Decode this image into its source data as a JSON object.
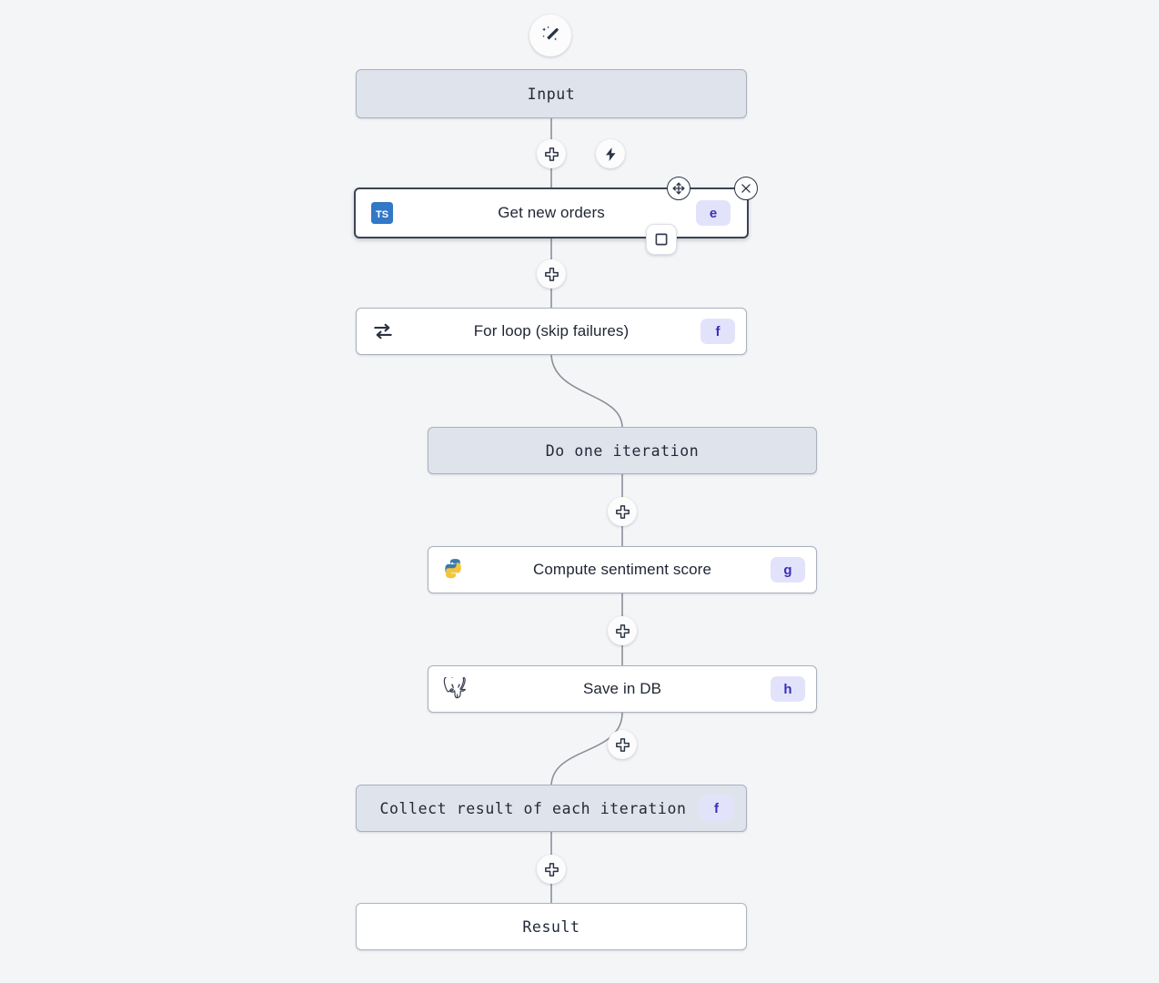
{
  "canvas": {
    "background": "#F4F5F7",
    "accent_badge_bg": "#E2E3FB",
    "accent_badge_fg": "#3A2FB7",
    "system_node_bg": "#DFE4EC",
    "edge_color": "#8A8F99"
  },
  "toolbar": {
    "magic_icon": "magic-wand-icon"
  },
  "nodes": [
    {
      "id": "input",
      "label": "Input",
      "kind": "system",
      "icon": "",
      "badge": ""
    },
    {
      "id": "get-new-orders",
      "label": "Get new orders",
      "kind": "step",
      "icon": "typescript-icon",
      "badge": "e",
      "selected": true
    },
    {
      "id": "for-loop",
      "label": "For loop (skip failures)",
      "kind": "step",
      "icon": "loop-icon",
      "badge": "f"
    },
    {
      "id": "do-one-iteration",
      "label": "Do one iteration",
      "kind": "system",
      "icon": "",
      "badge": ""
    },
    {
      "id": "compute-sentiment-score",
      "label": "Compute sentiment score",
      "kind": "step",
      "icon": "python-icon",
      "badge": "g"
    },
    {
      "id": "save-in-db",
      "label": "Save in DB",
      "kind": "step",
      "icon": "postgresql-icon",
      "badge": "h"
    },
    {
      "id": "collect-result",
      "label": "Collect result of each iteration",
      "kind": "system",
      "icon": "",
      "badge": "f"
    },
    {
      "id": "result",
      "label": "Result",
      "kind": "plain",
      "icon": "",
      "badge": ""
    }
  ],
  "controls": {
    "add_step_icon": "plus-icon",
    "trigger_icon": "lightning-bolt-icon",
    "move_icon": "move-handle-icon",
    "close_icon": "close-icon",
    "stop_icon": "stop-square-icon"
  }
}
